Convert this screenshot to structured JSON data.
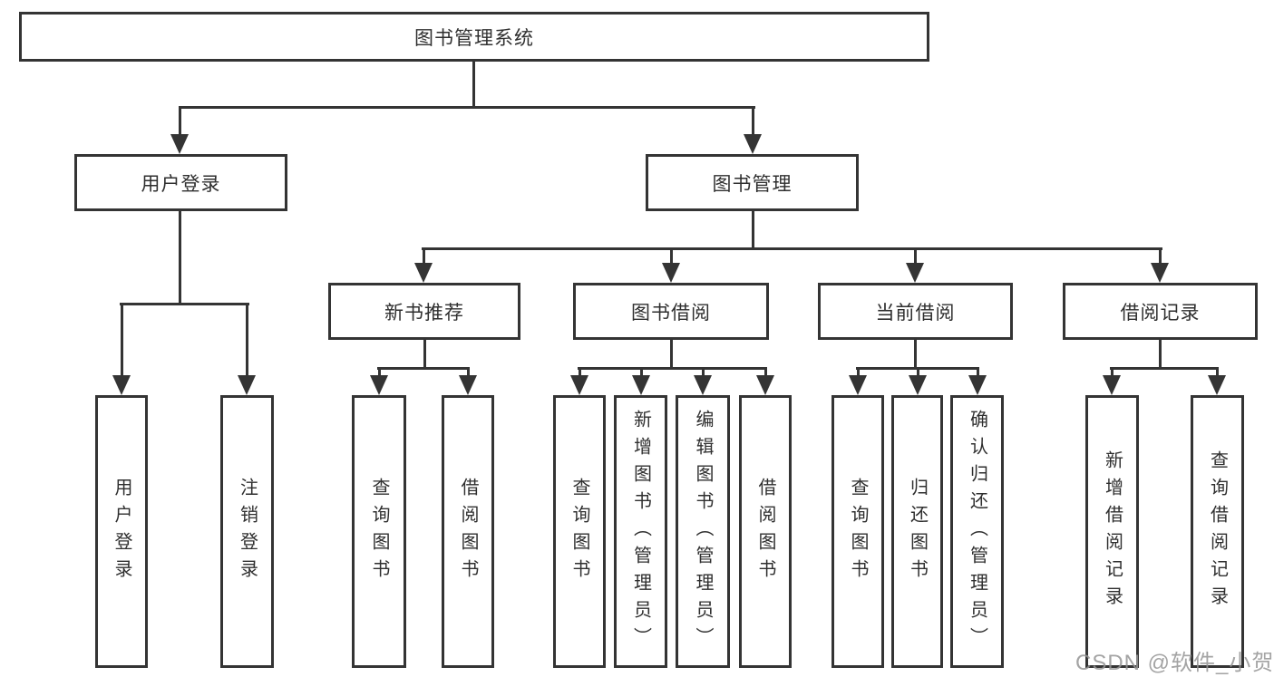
{
  "diagram": {
    "title": "图书管理系统",
    "level2": {
      "user_login": "用户登录",
      "book_mgmt": "图书管理"
    },
    "level3": {
      "new_book": "新书推荐",
      "book_borrow": "图书借阅",
      "current_borrow": "当前借阅",
      "borrow_record": "借阅记录"
    },
    "level4": {
      "user_login": "用户登录",
      "logout": "注销登录",
      "nb_query": "查询图书",
      "nb_borrow": "借阅图书",
      "bb_query": "查询图书",
      "bb_add": "新增图书（管理员）",
      "bb_edit": "编辑图书（管理员）",
      "bb_borrow": "借阅图书",
      "cb_query": "查询图书",
      "cb_return": "归还图书",
      "cb_confirm": "确认归还（管理员）",
      "br_add": "新增借阅记录",
      "br_query": "查询借阅记录"
    }
  },
  "watermark": "CSDN @软件_小贺同学",
  "colors": {
    "line": "#343434",
    "text": "#2f2f2f",
    "watermark": "#949494",
    "background": "#ffffff"
  }
}
